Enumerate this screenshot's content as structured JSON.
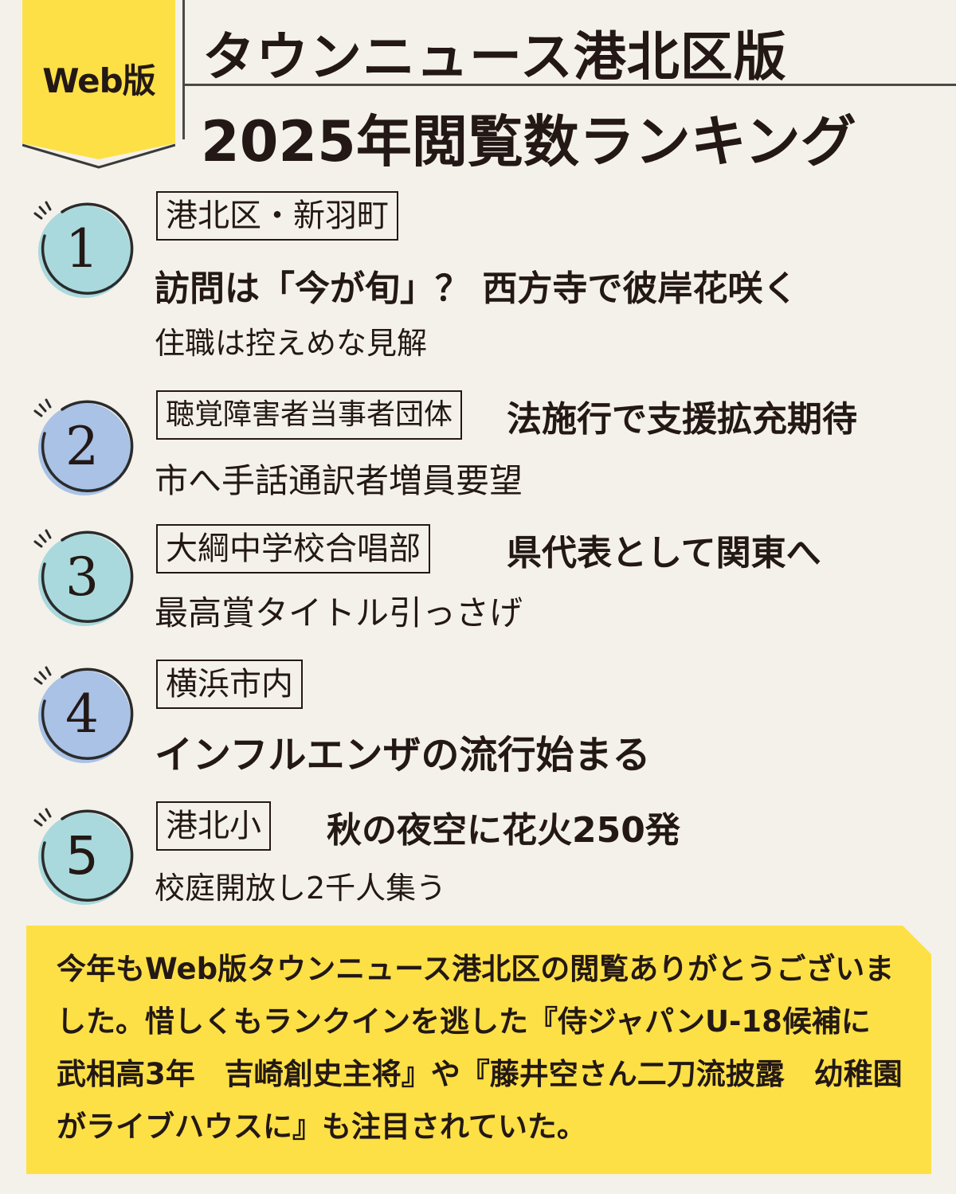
{
  "header": {
    "badge_label": "Web版",
    "title_line1": "タウンニュース港北区版",
    "title_line2": "2025年閲覧数ランキング"
  },
  "colors": {
    "background": "#f4f1ea",
    "badge_yellow": "#fde046",
    "teal_circle": "#a9d9dc",
    "blue_circle": "#a9c2e6",
    "text": "#231815"
  },
  "rankings": [
    {
      "rank": "1",
      "tag": "港北区・新羽町",
      "headline": "訪問は「今が旬」？ 西方寺で彼岸花咲く",
      "sub": "住職は控えめな見解",
      "circle_color": "teal"
    },
    {
      "rank": "2",
      "tag": "聴覚障害者当事者団体",
      "headline": "法施行で支援拡充期待",
      "sub": "市へ手話通訳者増員要望",
      "circle_color": "blue"
    },
    {
      "rank": "3",
      "tag": "大綱中学校合唱部",
      "headline": "県代表として関東へ",
      "sub": "最高賞タイトル引っさげ",
      "circle_color": "teal"
    },
    {
      "rank": "4",
      "tag": "横浜市内",
      "headline": "インフルエンザの流行始まる",
      "sub": "",
      "circle_color": "blue"
    },
    {
      "rank": "5",
      "tag": "港北小",
      "headline": "秋の夜空に花火250発",
      "sub": "校庭開放し2千人集う",
      "circle_color": "teal"
    }
  ],
  "note": {
    "text": "今年もWeb版タウンニュース港北区の閲覧ありがとうございました。惜しくもランクインを逃した『侍ジャパンU-18候補に　武相高3年　吉崎創史主将』や『藤井空さん二刀流披露　幼稚園がライブハウスに』も注目されていた。"
  }
}
